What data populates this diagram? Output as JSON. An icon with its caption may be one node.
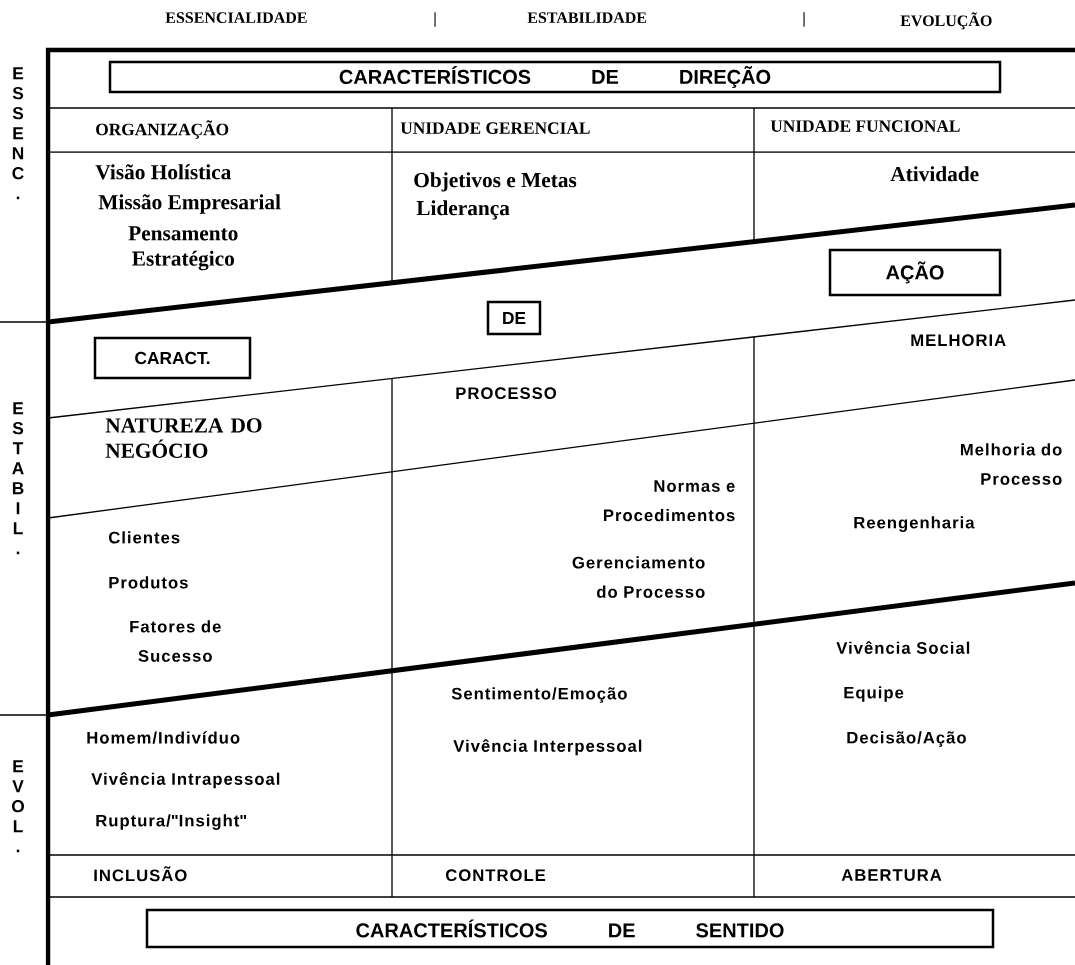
{
  "diagram": {
    "nodes": [
      {
        "text": [
          "CARACTERÍSTICOS DE DIREÇÃO"
        ]
      },
      {
        "text": [
          "AÇÃO"
        ]
      },
      {
        "text": [
          "DE"
        ]
      },
      {
        "text": [
          "CARACT."
        ]
      },
      {
        "text": [
          "CARACTERÍSTICOS DE SENTIDO"
        ]
      }
    ],
    "labels": [
      "ESSENCIALIDADE",
      "|",
      "ESTABILIDADE",
      "|",
      "EVOLUÇÃO",
      "ESSENC.",
      "ORGANIZAÇÃO",
      "UNIDADE GERENCIAL",
      "UNIDADE FUNCIONAL",
      "Visão Holística",
      "Objetivos e Metas",
      "Atividade",
      "Missão Empresarial",
      "Liderança",
      "Pensamento Estratégico",
      "MELHORIA",
      "PROCESSO",
      "ESTABIL.",
      "NATUREZA DO NEGÓCIO",
      "Melhoria do Processo",
      "Normas e Procedimentos",
      "Reengenharia",
      "Clientes",
      "Gerenciamento do Processo",
      "Produtos",
      "Fatores de Sucesso",
      "Vivência Social",
      "Sentimento/Emoção",
      "Equipe",
      "Homem/Indivíduo",
      "Vivência Interpessoal",
      "Decisão/Ação",
      "Vivência Intrapessoal",
      "EVOL.",
      "Ruptura/\"Insight\"",
      "INCLUSÃO",
      "CONTROLE",
      "ABERTURA"
    ]
  }
}
